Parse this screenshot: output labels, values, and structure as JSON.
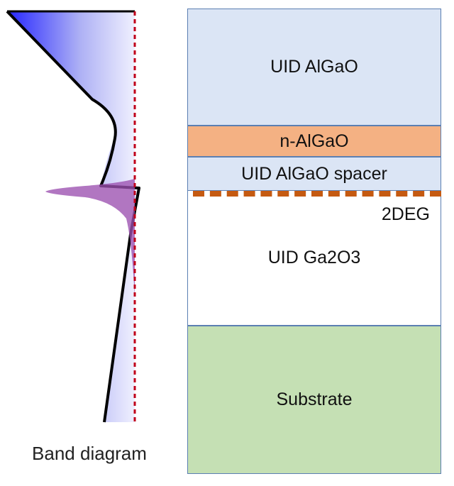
{
  "band_diagram": {
    "caption": "Band diagram",
    "colors": {
      "curve": "#000000",
      "fermi_dashed": "#c0001a",
      "electron_density": "#9b4fb0",
      "fill_gradient_start": "#1a1aff",
      "fill_gradient_end": "#ffffff"
    }
  },
  "layers": [
    {
      "name": "uid-algao",
      "label": "UID AlGaO",
      "color": "#dbe5f5"
    },
    {
      "name": "n-algao",
      "label": "n-AlGaO",
      "color": "#f4b183"
    },
    {
      "name": "uid-algao-spacer",
      "label": "UID AlGaO spacer",
      "color": "#dbe5f5"
    },
    {
      "name": "uid-ga2o3",
      "label": "UID Ga2O3",
      "color": "#ffffff"
    },
    {
      "name": "substrate",
      "label": "Substrate",
      "color": "#c5e0b4"
    }
  ],
  "two_deg": {
    "label": "2DEG",
    "color": "#c55a11"
  }
}
